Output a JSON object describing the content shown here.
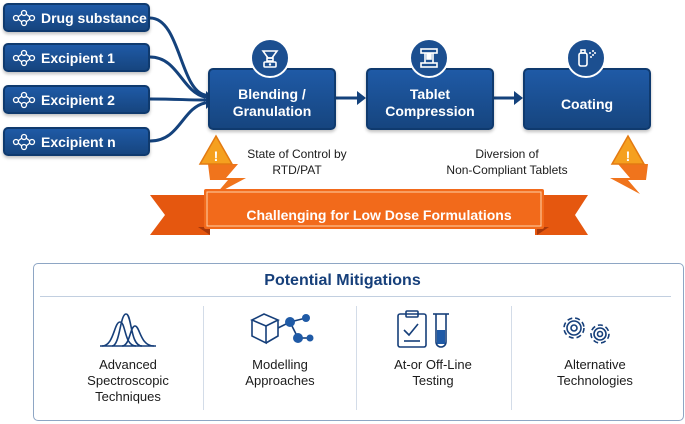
{
  "inputs": [
    {
      "label": "Drug substance",
      "icon": "molecule-icon"
    },
    {
      "label": "Excipient 1",
      "icon": "molecule-icon"
    },
    {
      "label": "Excipient 2",
      "icon": "molecule-icon"
    },
    {
      "label": "Excipient n",
      "icon": "molecule-icon"
    }
  ],
  "steps": [
    {
      "line1": "Blending /",
      "line2": "Granulation",
      "icon": "blender-icon"
    },
    {
      "line1": "Tablet",
      "line2": "Compression",
      "icon": "tablet-press-icon"
    },
    {
      "line1": "Coating",
      "line2": "",
      "icon": "coating-spray-icon"
    }
  ],
  "notes": {
    "control_line1": "State of Control by",
    "control_line2": "RTD/PAT",
    "diversion_line1": "Diversion of",
    "diversion_line2": "Non-Compliant Tablets"
  },
  "banner": "Challenging for Low Dose Formulations",
  "mitigations": {
    "title": "Potential Mitigations",
    "items": [
      {
        "line1": "Advanced",
        "line2": "Spectroscopic",
        "line3": "Techniques",
        "icon": "spectrum-peaks-icon"
      },
      {
        "line1": "Modelling",
        "line2": "Approaches",
        "line3": "",
        "icon": "network-model-icon"
      },
      {
        "line1": "At-or Off-Line",
        "line2": "Testing",
        "line3": "",
        "icon": "clipboard-testtube-icon"
      },
      {
        "line1": "Alternative",
        "line2": "Technologies",
        "line3": "",
        "icon": "gears-icon"
      }
    ]
  },
  "colors": {
    "box_blue": "#1f5aa6",
    "banner_orange": "#f26a1b",
    "warning_orange": "#f39a1e",
    "panel_title": "#163f7a"
  }
}
